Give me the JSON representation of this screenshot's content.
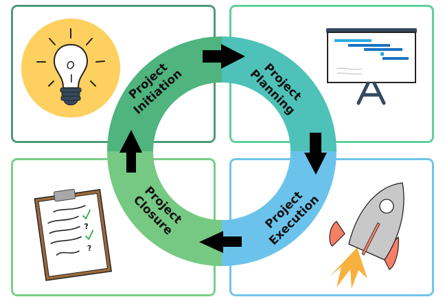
{
  "title": "Project Management Life Cycle",
  "phases": [
    {
      "id": "initiation",
      "line1": "Project",
      "line2": "Initiation",
      "color": "#4fb47e",
      "icon": "lightbulb-icon"
    },
    {
      "id": "planning",
      "line1": "Project",
      "line2": "Planning",
      "color": "#4ec2b8",
      "icon": "gantt-chart-board-icon"
    },
    {
      "id": "execution",
      "line1": "Project",
      "line2": "Execution",
      "color": "#6bc3ec",
      "icon": "rocket-icon"
    },
    {
      "id": "closure",
      "line1": "Project",
      "line2": "Closure",
      "color": "#76c983",
      "icon": "clipboard-checklist-icon"
    }
  ],
  "arrows": [
    "initiation-to-planning",
    "planning-to-execution",
    "execution-to-closure",
    "closure-to-initiation"
  ],
  "clipboard": {
    "marks": [
      "",
      "✓",
      "?",
      "✓",
      "?"
    ]
  },
  "colors": {
    "bulb_bg": "#fdd05f",
    "board_frame": "#34495e",
    "gantt_light": "#29aae1",
    "gantt_dark": "#1a73c1",
    "rocket_body": "#c8c8c8",
    "rocket_fin": "#f77f66",
    "flame": "#f8b13e",
    "check": "#2ca84a"
  }
}
